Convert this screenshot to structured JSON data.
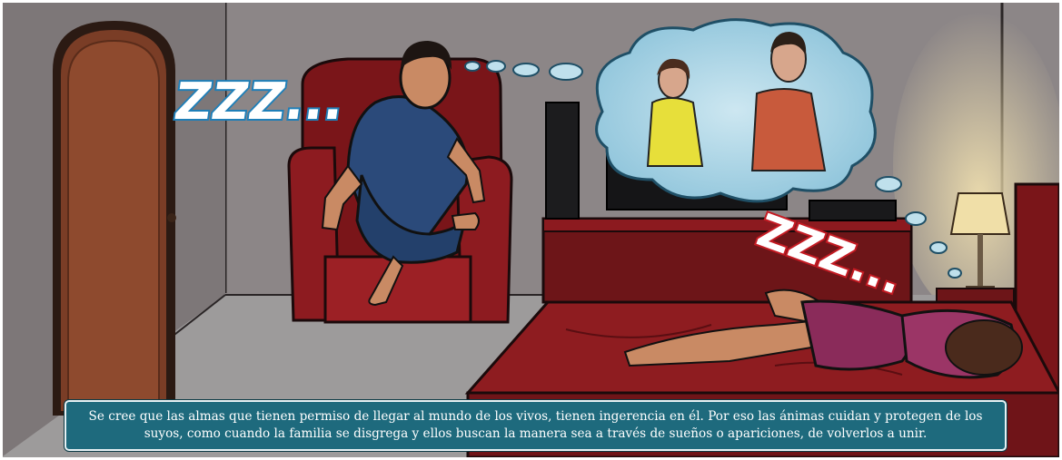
{
  "caption": {
    "text": "Se cree que las almas que tienen permiso de llegar al mundo de los vivos, tienen ingerencia en él. Por eso las ánimas cuidan y protegen de los suyos, como cuando la familia se disgrega y ellos buscan la manera sea a través de sueños o apariciones, de volverlos a unir."
  },
  "snore_man": {
    "text": "ZZZ..."
  },
  "snore_woman": {
    "text": "ZZZ..."
  },
  "colors": {
    "wall": "#8a8585",
    "floor": "#9a9898",
    "armchair": "#8c1a1f",
    "bed": "#8a1b1f",
    "shirt_man": "#2b4a7a",
    "dream_bubble": "#a9d4e6",
    "caption_bg": "#1e6a7d"
  }
}
